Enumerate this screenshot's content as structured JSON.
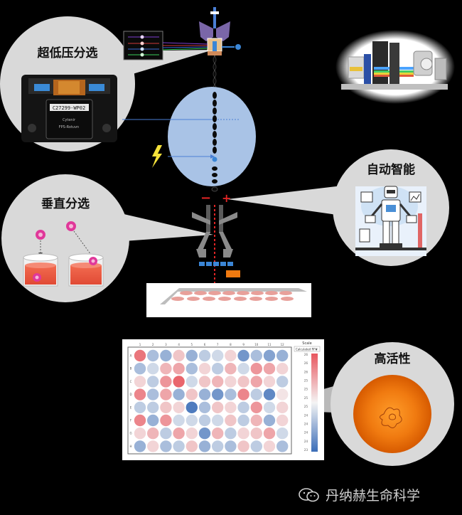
{
  "callouts": {
    "ultra_low_pressure": "超低压分选",
    "vertical_sort": "垂直分选",
    "automation": "自动智能",
    "high_viability": "高活性"
  },
  "chip": {
    "label_top": "C27299-WP02",
    "label_mid": "Cytenir",
    "label_bottom": "FPS-Rotuvn"
  },
  "plate": {
    "columns": [
      "1",
      "2",
      "3",
      "4",
      "5",
      "6",
      "7",
      "8",
      "9",
      "10",
      "11",
      "12"
    ],
    "rows": [
      "A",
      "B",
      "C",
      "D",
      "E",
      "F",
      "G",
      "H"
    ],
    "values": [
      [
        0.8,
        -0.4,
        -0.5,
        0.3,
        -0.5,
        -0.3,
        -0.2,
        0.2,
        -0.7,
        -0.4,
        -0.6,
        -0.5
      ],
      [
        -0.4,
        -0.2,
        0.4,
        0.5,
        -0.4,
        0.2,
        -0.3,
        0.4,
        -0.2,
        0.6,
        0.5,
        0.2
      ],
      [
        0.2,
        -0.3,
        0.6,
        0.9,
        -0.2,
        0.3,
        0.4,
        0.2,
        0.3,
        0.5,
        0.2,
        -0.3
      ],
      [
        0.7,
        -0.4,
        0.5,
        -0.5,
        0.3,
        -0.5,
        -0.7,
        -0.4,
        0.7,
        -0.3,
        -0.8,
        0.1
      ],
      [
        -0.3,
        -0.3,
        0.3,
        0.2,
        -0.9,
        -0.4,
        0.3,
        0.2,
        -0.3,
        0.6,
        -0.2,
        0.2
      ],
      [
        0.7,
        -0.5,
        0.6,
        -0.2,
        -0.2,
        -0.3,
        -0.2,
        0.3,
        -0.3,
        0.4,
        -0.5,
        0.2
      ],
      [
        0.2,
        0.4,
        -0.3,
        0.5,
        0.2,
        -0.7,
        0.4,
        -0.3,
        0.2,
        0.3,
        0.5,
        -0.2
      ],
      [
        -0.5,
        0.2,
        -0.4,
        -0.3,
        0.3,
        -0.5,
        -0.3,
        -0.4,
        0.3,
        -0.3,
        0.2,
        -0.4
      ]
    ],
    "scale_title": "Scale",
    "scale_dropdown": "Calculated RFU",
    "scale_ticks": [
      "26",
      "26",
      "26",
      "25",
      "25",
      "25",
      "25",
      "24",
      "24",
      "24",
      "24",
      "23"
    ]
  },
  "watermark": {
    "text": "丹纳赫生命科学"
  },
  "colors": {
    "background": "#000000",
    "bubble": "#d9d9d9",
    "droplet_chamber": "#a9c3e6",
    "sort_plate_red": "#e8a09a",
    "heat_high": "#e8565e",
    "heat_low": "#3b6db8",
    "cell_orange": "#f07a10"
  }
}
